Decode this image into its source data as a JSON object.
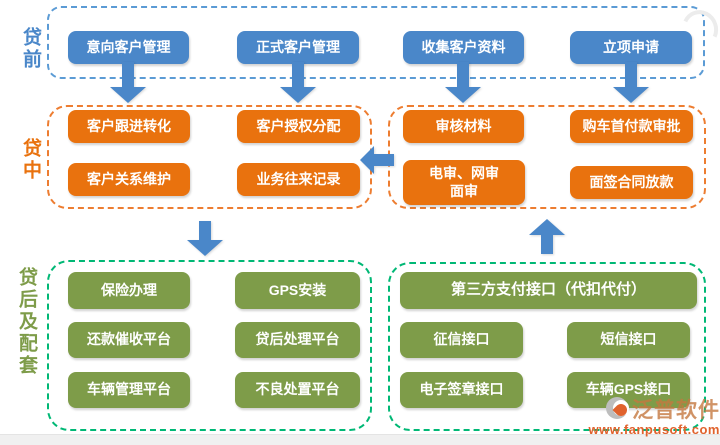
{
  "pre": {
    "label": "贷前",
    "items": [
      "意向客户管理",
      "正式客户管理",
      "收集客户资料",
      "立项申请"
    ]
  },
  "mid": {
    "label": "贷中",
    "left": [
      "客户跟进转化",
      "客户授权分配",
      "客户关系维护",
      "业务往来记录"
    ],
    "right": [
      "审核材料",
      "购车首付款审批",
      "电审、网审\n面审",
      "面签合同放款"
    ]
  },
  "post": {
    "label": "贷后及配套",
    "left": [
      "保险办理",
      "GPS安装",
      "还款催收平台",
      "贷后处理平台",
      "车辆管理平台",
      "不良处置平台"
    ],
    "right": [
      "第三方支付接口（代扣代付）",
      "征信接口",
      "短信接口",
      "电子签章接口",
      "车辆GPS接口"
    ]
  },
  "watermark": {
    "brand": "泛普软件",
    "url": "www.fanpusoft.com"
  },
  "palette": {
    "node_blue": "#4A87C9",
    "dash_blue": "#5B9BD5",
    "node_orange": "#E9720E",
    "dash_orange": "#ED7D31",
    "node_green": "#7E9C49",
    "dash_green": "#00B875",
    "arrow_blue": "#4A87C9",
    "watermark_orange": "#e0622d"
  }
}
